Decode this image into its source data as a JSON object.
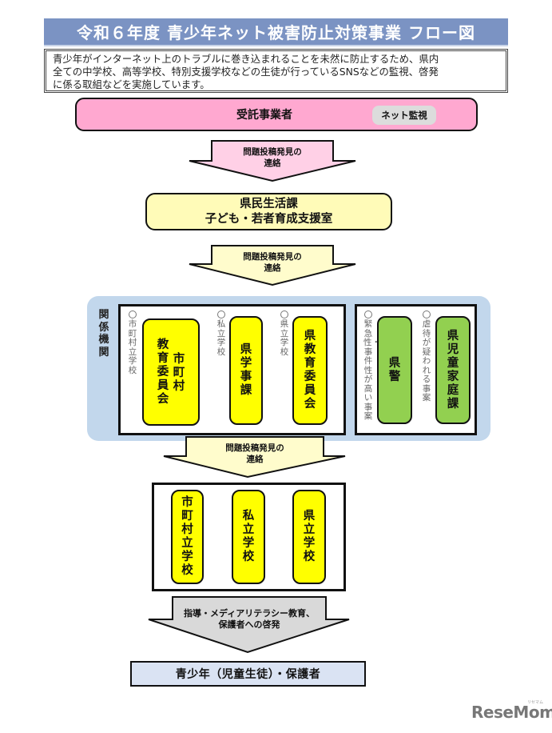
{
  "header": {
    "title": "令和６年度 青少年ネット被害防止対策事業 フロー図",
    "description": [
      "青少年がインターネット上のトラブルに巻き込まれることを未然に防止するため、県内",
      "全ての中学校、高等学校、特別支援学校などの生徒が行っているSNSなどの監視、啓発",
      "に係る取組などを実施しています。"
    ]
  },
  "contractor": {
    "label": "受託事業者",
    "badge": "ネット監視"
  },
  "arrows": {
    "report": [
      "問題投稿発見の",
      "連絡"
    ],
    "education": [
      "指導・メディアリテラシー教育、",
      "保護者への啓発"
    ]
  },
  "prefecture_office": {
    "line1": "県民生活課",
    "line2": "子ども・若者育成支援室"
  },
  "related_agencies": {
    "label": "関係機関",
    "education_group": [
      {
        "note": "市町村立学校",
        "name_columns": [
          "市町村",
          "教育委員会"
        ]
      },
      {
        "note": "私立学校",
        "name_columns": [
          "県学事課"
        ]
      },
      {
        "note": "県立学校",
        "name_columns": [
          "県教育委員会"
        ]
      }
    ],
    "welfare_group": [
      {
        "note": "緊急性・事件性が高い事案",
        "name_columns": [
          "県警"
        ]
      },
      {
        "note": "虐待が疑われる事案",
        "name_columns": [
          "県児童家庭課"
        ]
      }
    ]
  },
  "schools": [
    "市町村立学校",
    "私立学校",
    "県立学校"
  ],
  "target": "青少年（児童生徒）・保護者",
  "colors": {
    "title_bg": "#7b93c3",
    "contractor": "#ffa8d0",
    "arrow_pink": "#ffd0e6",
    "office": "#fffbb8",
    "arrow_yellow": "#fffccc",
    "agency_region": "#c2d7ec",
    "agency_yellow": "#ffff00",
    "agency_green": "#92d050",
    "arrow_gray": "#d9d9d9",
    "target_bg": "#dae3f3"
  },
  "watermark": {
    "brand": "ReseMom",
    "sub": "リセマム"
  }
}
